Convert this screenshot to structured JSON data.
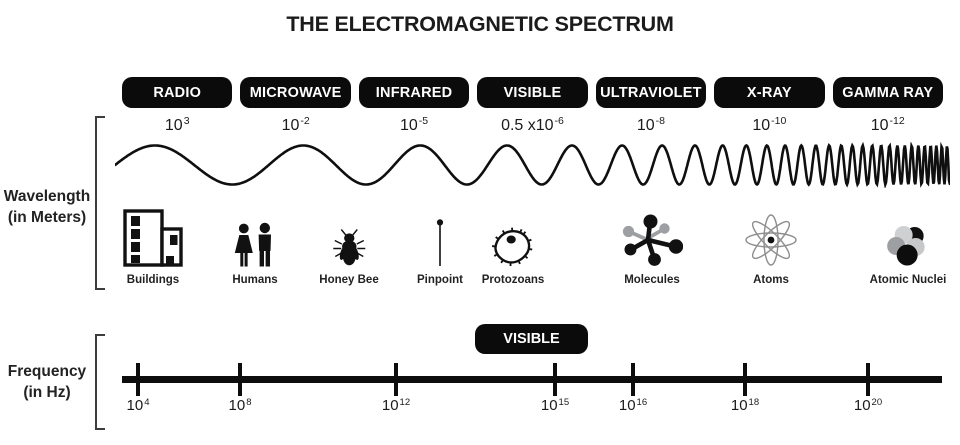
{
  "title": "THE ELECTROMAGNETIC SPECTRUM",
  "colors": {
    "ink": "#1b1b1b",
    "pill_background": "#0b0b0b",
    "pill_text": "#ffffff",
    "icon_gray": "#9d9fa2",
    "icon_light_gray": "#c7c8ca"
  },
  "spectrum_bands": [
    {
      "label": "RADIO",
      "wavelength_prefix": "",
      "wavelength_base": "10",
      "wavelength_exp": "3"
    },
    {
      "label": "MICROWAVE",
      "wavelength_prefix": "",
      "wavelength_base": "10",
      "wavelength_exp": "-2"
    },
    {
      "label": "INFRARED",
      "wavelength_prefix": "",
      "wavelength_base": "10",
      "wavelength_exp": "-5"
    },
    {
      "label": "VISIBLE",
      "wavelength_prefix": "0.5 x",
      "wavelength_base": "10",
      "wavelength_exp": "-6"
    },
    {
      "label": "ULTRAVIOLET",
      "wavelength_prefix": "",
      "wavelength_base": "10",
      "wavelength_exp": "-8"
    },
    {
      "label": "X-RAY",
      "wavelength_prefix": "",
      "wavelength_base": "10",
      "wavelength_exp": "-10"
    },
    {
      "label": "GAMMA RAY",
      "wavelength_prefix": "",
      "wavelength_base": "10",
      "wavelength_exp": "-12"
    }
  ],
  "wavelength_section": {
    "axis_label_line1": "Wavelength",
    "axis_label_line2": "(in Meters)"
  },
  "scale_objects": [
    {
      "icon": "buildings-icon",
      "label": "Buildings"
    },
    {
      "icon": "humans-icon",
      "label": "Humans"
    },
    {
      "icon": "honey-bee-icon",
      "label": "Honey Bee"
    },
    {
      "icon": "pinpoint-icon",
      "label": "Pinpoint"
    },
    {
      "icon": "protozoans-icon",
      "label": "Protozoans"
    },
    {
      "icon": "molecules-icon",
      "label": "Molecules"
    },
    {
      "icon": "atoms-icon",
      "label": "Atoms"
    },
    {
      "icon": "atomic-nuclei-icon",
      "label": "Atomic Nuclei"
    }
  ],
  "frequency_section": {
    "axis_label_line1": "Frequency",
    "axis_label_line2": "(in Hz)",
    "visible_band_label": "VISIBLE",
    "ticks": [
      {
        "base": "10",
        "exp": "4"
      },
      {
        "base": "10",
        "exp": "8"
      },
      {
        "base": "10",
        "exp": "12"
      },
      {
        "base": "10",
        "exp": "15"
      },
      {
        "base": "10",
        "exp": "16"
      },
      {
        "base": "10",
        "exp": "18"
      },
      {
        "base": "10",
        "exp": "20"
      }
    ]
  }
}
